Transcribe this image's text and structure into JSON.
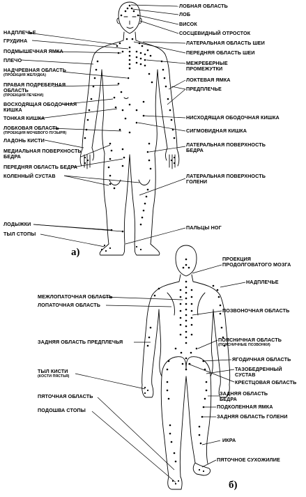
{
  "figure_a": {
    "marker": "а)",
    "labels": {
      "lobnaya_oblast": "ЛОБНАЯ ОБЛАСТЬ",
      "lob": "ЛОБ",
      "visok": "ВИСОК",
      "nadplechye": "НАДПЛЕЧЬЕ",
      "sosetsevidnyi": "СОСЦЕВИДНЫЙ ОТРОСТОК",
      "grudina": "ГРУДИНА",
      "lat_shei": "ЛАТЕРАЛЬНАЯ ОБЛАСТЬ ШЕИ",
      "podmysh": "ПОДМЫШЕЧНАЯ ЯМКА",
      "pered_shei": "ПЕРЕДНЯЯ ОБЛАСТЬ ШЕИ",
      "plecho": "ПЛЕЧО",
      "mezhreber_1": "МЕЖРЕБЕРНЫЕ",
      "mezhreber_2": "ПРОМЕЖУТКИ",
      "nadchrev": "НАДЧРЕВНАЯ ОБЛАСТЬ",
      "nadchrev_sub": "(ПРОЕКЦИЯ ЖЕЛУДКА)",
      "loktevaya": "ЛОКТЕВАЯ ЯМКА",
      "prav_1": "ПРАВАЯ ПОДРЕБЕРНАЯ",
      "prav_2": "ОБЛАСТЬ",
      "prav_sub": "(ПРОЕКЦИЯ ПЕЧЕНИ)",
      "predplechye": "ПРЕДПЛЕЧЬЕ",
      "voskhod_1": "ВОСХОДЯЩАЯ ОБОДОЧНАЯ",
      "voskhod_2": "КИШКА",
      "tonkaya": "ТОНКАЯ КИШКА",
      "niskhod": "НИСХОДЯЩАЯ ОБОДОЧНАЯ КИШКА",
      "lobkovaya": "ЛОБКОВАЯ ОБЛАСТЬ",
      "lobkovaya_sub": "(ПРОЕКЦИЯ МОЧЕВОГО ПУЗЫРЯ)",
      "sigmovid": "СИГМОВИДНАЯ КИШКА",
      "ladon": "ЛАДОНЬ КИСТИ",
      "medial_1": "МЕДИАЛЬНАЯ ПОВЕРХНОСТЬ",
      "medial_2": "БЕДРА",
      "lat_bedra_1": "ЛАТЕРАЛЬНАЯ ПОВЕРХНОСТЬ",
      "lat_bedra_2": "БЕДРА",
      "pered_bedra": "ПЕРЕДНЯЯ ОБЛАСТЬ БЕДРА",
      "kolennyi": "КОЛЕННЫЙ СУСТАВ",
      "lat_goleni_1": "ЛАТЕРАЛЬНАЯ ПОВЕРХНОСТЬ",
      "lat_goleni_2": "ГОЛЕНИ",
      "lodyzhki": "ЛОДЫЖКИ",
      "pyltsy": "ПАЛЬЦЫ НОГ",
      "tyl_stopy": "ТЫЛ СТОПЫ"
    }
  },
  "figure_b": {
    "marker": "б)",
    "labels": {
      "proektsiya_1": "ПРОЕКЦИЯ",
      "proektsiya_2": "ПРОДОЛГОВАТОГО МОЗГА",
      "nadplechye": "НАДПЛЕЧЬЕ",
      "mezhlopat": "МЕЖЛОПАТОЧНАЯ ОБЛАСТЬ",
      "lopat": "ЛОПАТОЧНАЯ ОБЛАСТЬ",
      "pozvon": "ПОЗВОНОЧНАЯ ОБЛАСТЬ",
      "zad_predpl": "ЗАДНЯЯ ОБЛАСТЬ ПРЕДПЛЕЧЬЯ",
      "poyasn": "ПОЯСНИЧНАЯ ОБЛАСТЬ",
      "poyasn_sub": "(ПОЯСНИЧНЫЕ ПОЗВОНКИ)",
      "yagodich": "ЯГОДИЧНАЯ ОБЛАСТЬ",
      "tazobedr_1": "ТАЗОБЕДРЕННЫЙ",
      "tazobedr_2": "СУСТАВ",
      "tyl_kisti": "ТЫЛ КИСТИ",
      "tyl_kisti_sub": "(КОСТИ ПЯСТЬЯ)",
      "kresttsov": "КРЕСТЦОВАЯ ОБЛАСТЬ",
      "zad_bedra_1": "ЗАДНЯЯ ОБЛАСТЬ",
      "zad_bedra_2": "БЕДРА",
      "pyatoch": "ПЯТОЧНАЯ ОБЛАСТЬ",
      "podkolen": "ПОДКОЛЕННАЯ ЯМКА",
      "podoshva": "ПОДОШВА СТОПЫ",
      "zad_goleni": "ЗАДНЯЯ ОБЛАСТЬ ГОЛЕНИ",
      "ikra": "ИКРА",
      "pyatoch_sukh": "ПЯТОЧНОЕ СУХОЖИЛИЕ"
    }
  }
}
